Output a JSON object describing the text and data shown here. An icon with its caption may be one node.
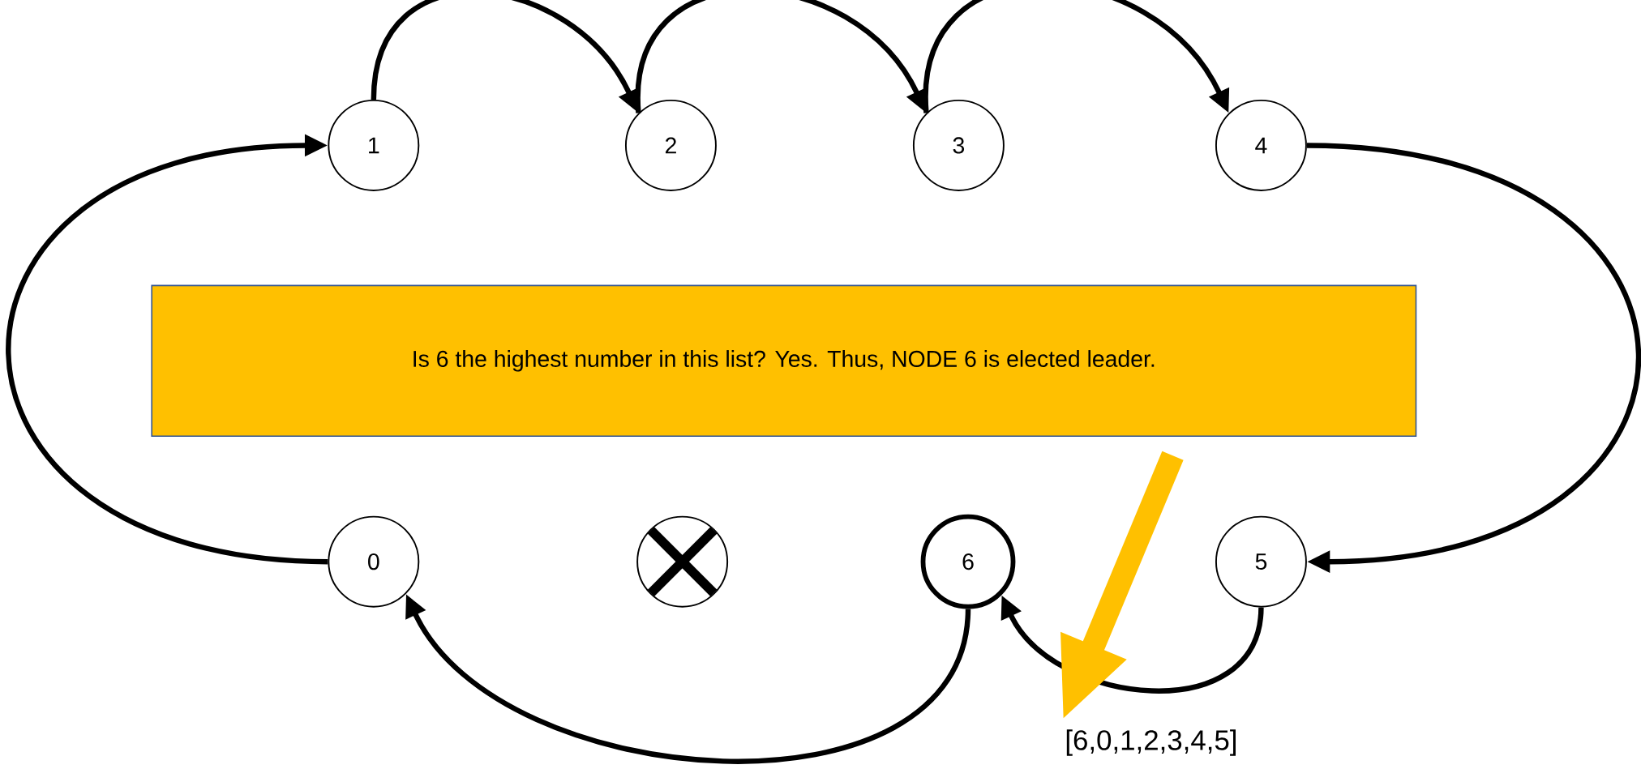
{
  "diagram": {
    "nodes": [
      {
        "text": [
          "1"
        ]
      },
      {
        "text": [
          "2"
        ]
      },
      {
        "text": [
          "3"
        ]
      },
      {
        "text": [
          "4"
        ]
      },
      {
        "text": [
          "Is 6 the highest number in this list? Yes. Thus, NODE 6 is elected leader."
        ]
      },
      {
        "text": [
          "0"
        ]
      },
      {
        "text": [],
        "shape": "circle"
      },
      {
        "text": [
          "6"
        ]
      },
      {
        "text": [
          "5"
        ]
      },
      {
        "text": [
          "[6,0,1,2,3,4,5]"
        ]
      }
    ],
    "edges": [
      {
        "from": 0,
        "to": 1,
        "arrow": "to"
      },
      {
        "from": 1,
        "to": 2,
        "arrow": "to"
      },
      {
        "from": 2,
        "to": 3,
        "arrow": "to"
      },
      {
        "from": 3,
        "to": 8,
        "arrow": "to"
      },
      {
        "from": 8,
        "to": 7,
        "arrow": "to"
      },
      {
        "from": 7,
        "to": 5,
        "arrow": "to"
      },
      {
        "from": 5,
        "to": 0,
        "arrow": "to"
      },
      {
        "from": 4,
        "to": 9,
        "arrow": "to",
        "style": "thick",
        "color": "#ffc000"
      }
    ]
  }
}
